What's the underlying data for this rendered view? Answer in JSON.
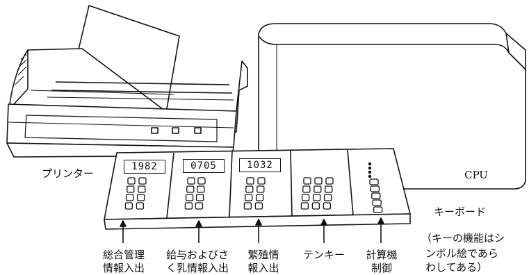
{
  "labels": {
    "printer": "プリンター",
    "cpu": "CPU",
    "keyboard": "キーボード",
    "keyboard_note_1": "（キーの機能はシ",
    "keyboard_note_2": "ンボル絵であら",
    "keyboard_note_3": "わしてある）"
  },
  "displays": [
    "1982",
    "0705",
    "1032"
  ],
  "sections": [
    {
      "line1": "総合管理",
      "line2": "情報入出"
    },
    {
      "line1": "給与およびさ",
      "line2": "く乳情報入出"
    },
    {
      "line1": "繁殖情",
      "line2": "報入出"
    },
    {
      "line1": "テンキー",
      "line2": ""
    },
    {
      "line1": "計算機",
      "line2": "制御"
    }
  ]
}
